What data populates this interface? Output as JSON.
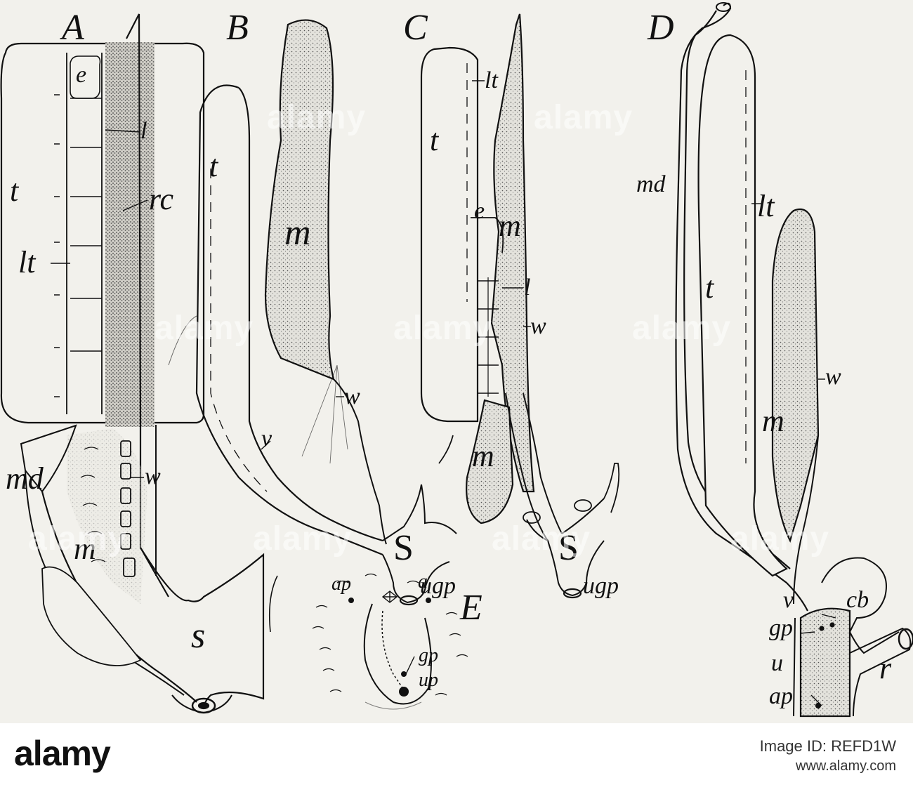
{
  "figure": {
    "panels": [
      "A",
      "B",
      "C",
      "D",
      "E"
    ],
    "labels_a": {
      "e": "e",
      "l": "l",
      "rc": "rc",
      "t": "t",
      "lt": "lt",
      "md": "md",
      "w": "w",
      "m": "m",
      "s": "s"
    },
    "labels_b": {
      "t": "t",
      "m": "m",
      "w": "w",
      "v": "v",
      "s": "S",
      "ugp": "ugp"
    },
    "labels_c": {
      "lt": "lt",
      "t": "t",
      "e": "e",
      "m1": "m",
      "l": "l",
      "w": "w",
      "m2": "m",
      "s": "S",
      "ugp": "ugp"
    },
    "labels_d": {
      "md": "md",
      "lt": "lt",
      "t": "t",
      "w": "w",
      "m": "m",
      "v": "v",
      "cb": "cb",
      "gp": "gp",
      "u": "u",
      "r": "r",
      "ap": "ap"
    },
    "labels_e": {
      "ap": "ap",
      "a": "a",
      "gp": "gp",
      "up": "up"
    }
  },
  "footer": {
    "logo": "alamy",
    "image_id": "Image ID: REFD1W",
    "url": "www.alamy.com"
  },
  "watermark": [
    "alamy",
    "alamy",
    "alamy",
    "alamy",
    "alamy",
    "alamy",
    "alamy",
    "alamy",
    "alamy"
  ]
}
